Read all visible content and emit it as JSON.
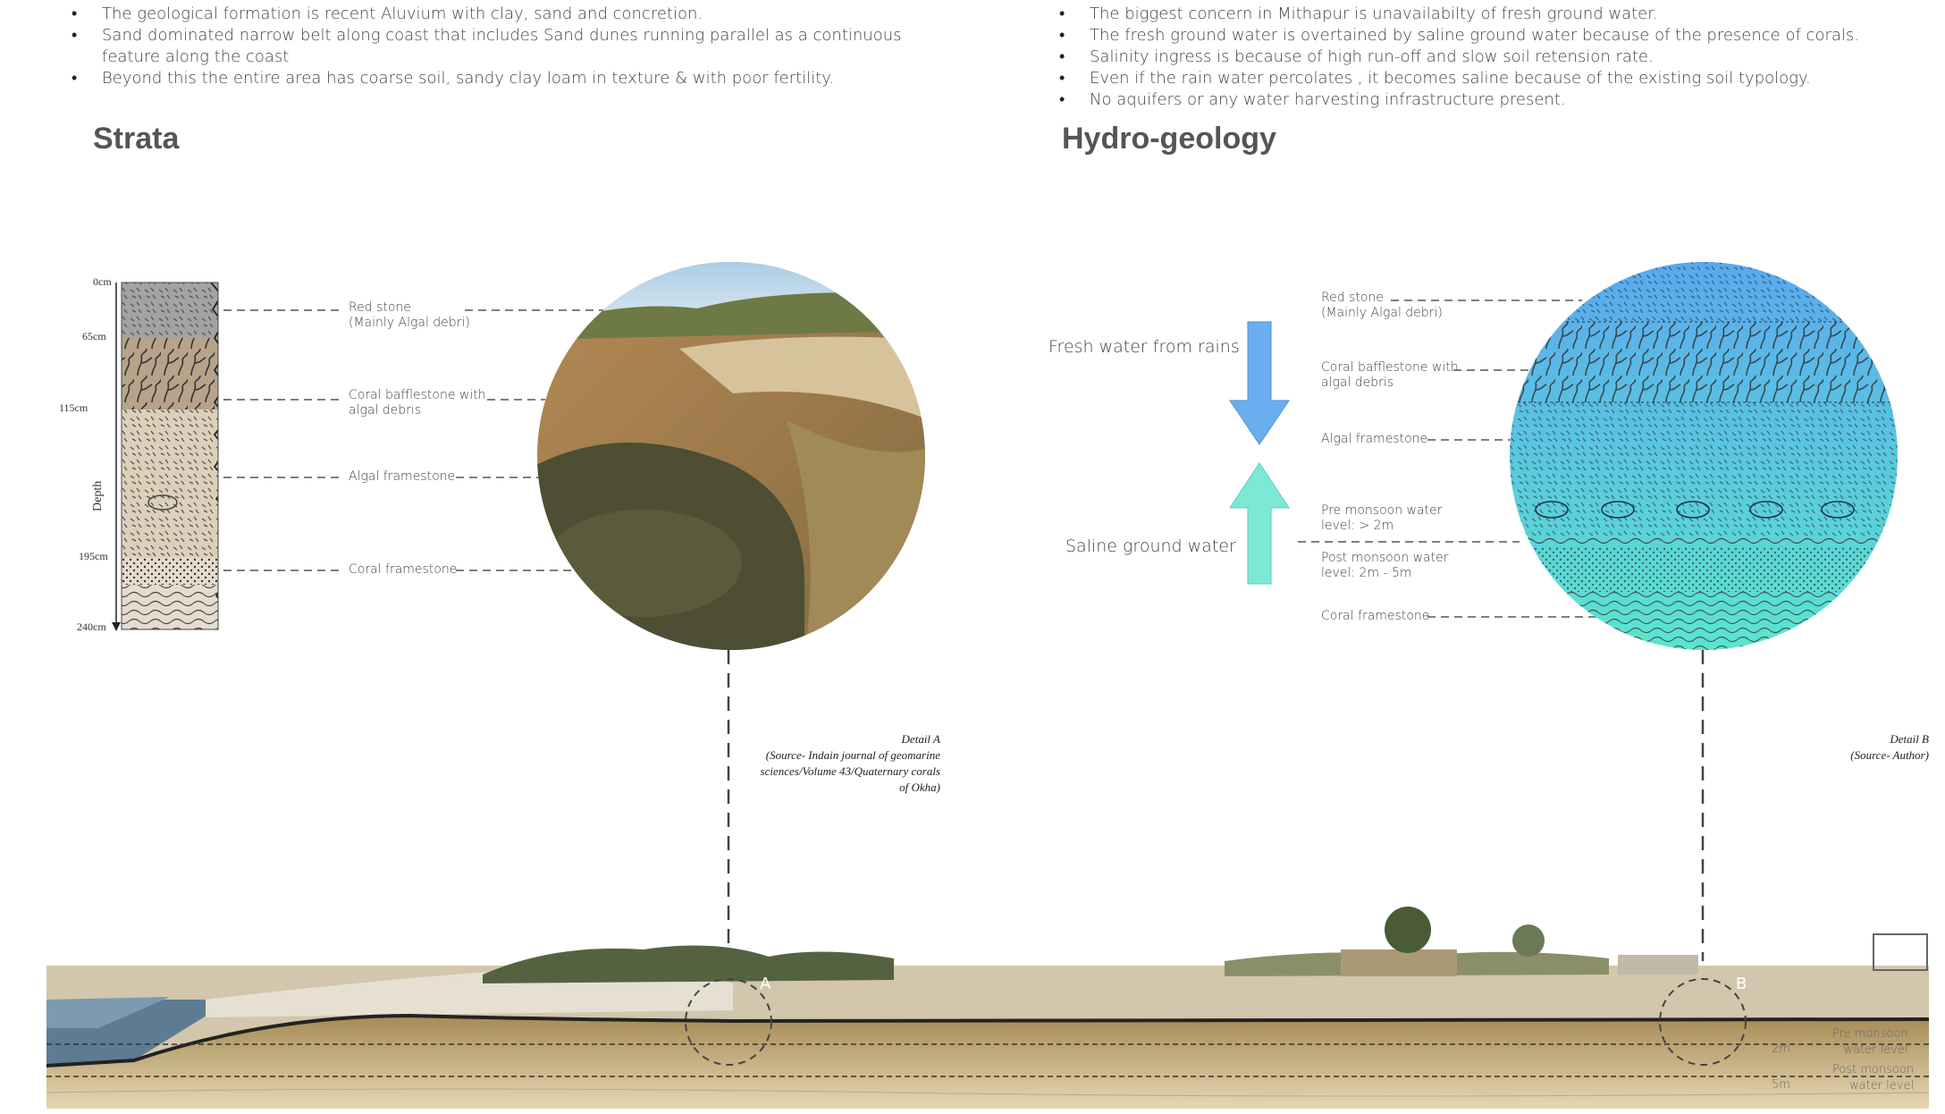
{
  "geology": {
    "bullets": [
      "The geological formation is recent Aluvium with clay, sand and concretion.",
      "Sand dominated narrow belt along coast that includes Sand dunes running parallel as a continuous feature along the coast",
      "Beyond this the entire area has coarse soil, sandy clay loam in texture & with poor fertility."
    ]
  },
  "hydro": {
    "bullets": [
      "The biggest concern in Mithapur is unavailabilty of fresh ground water.",
      "The fresh ground water is overtained by saline ground water because of the presence of corals.",
      "Salinity ingress is because of high run-off and slow soil retension rate.",
      "Even if the rain water percolates , it becomes saline because of the existing soil typology.",
      "No aquifers or any water harvesting infrastructure present."
    ]
  },
  "strata": {
    "heading": "Strata",
    "depth_label": "Depth",
    "ticks": [
      "0cm",
      "65cm",
      "115cm",
      "195cm",
      "240cm"
    ],
    "layers": [
      "Red stone\n(Mainly Algal debri)",
      "Coral bafflestone with\nalgal debris",
      "Algal framestone",
      "Coral framestone"
    ],
    "detail": "Detail A\n(Source- Indain journal of geomarine\nsciences/Volume 43/Quaternary corals\nof Okha)"
  },
  "hydrogeology": {
    "heading": "Hydro-geology",
    "fresh_label": "Fresh water from rains",
    "saline_label": "Saline ground water",
    "layers": [
      "Red stone\n(Mainly Algal debri)",
      "Coral bafflestone with\nalgal debris",
      "Algal framestone",
      "Pre monsoon water\nlevel: > 2m",
      "Post monsoon water\nlevel: 2m - 5m",
      "Coral framestone"
    ],
    "detail": "Detail B\n(Source- Author)"
  },
  "section": {
    "marker_a": "A",
    "marker_b": "B",
    "level_2m": "2m",
    "level_5m": "5m",
    "pre_label": "Pre monsoon\nwater level",
    "post_label": "Post monsoon\nwater level"
  },
  "colors": {
    "fresh_arrow": "#6aaef0",
    "saline_arrow": "#7ee8d6",
    "circle_top": "#5aa8ee",
    "circle_bottom": "#5ae6cf",
    "strata_red": "#a3a3a3",
    "strata_coral": "#b7a38a",
    "strata_sand": "#ddd0bb"
  }
}
